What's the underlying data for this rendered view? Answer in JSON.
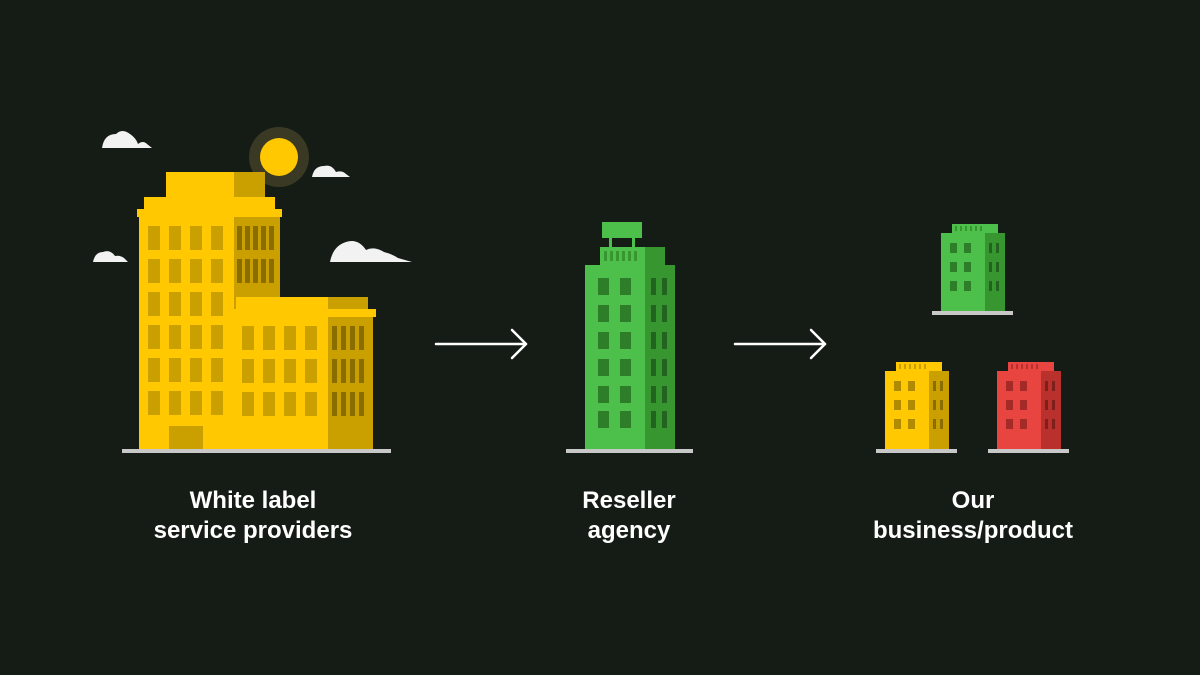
{
  "colors": {
    "background": "#151c16",
    "yellow": "#ffc800",
    "yellow_shade": "#c9a000",
    "green": "#4cc04b",
    "green_shade": "#37962f",
    "red": "#e84540",
    "red_shade": "#b8312d",
    "ground": "#c8c8c8",
    "cloud": "#f2f2f2",
    "arrow": "#ffffff"
  },
  "icons": {
    "stage_1": "yellow-skyscraper-complex-icon",
    "stage_2": "green-tower-icon",
    "stage_3": [
      "green-small-building-icon",
      "yellow-small-building-icon",
      "red-small-building-icon"
    ],
    "connectors": [
      "arrow-right-icon",
      "arrow-right-icon"
    ]
  },
  "stages": [
    {
      "line1": "White label",
      "line2": "service providers"
    },
    {
      "line1": "Reseller",
      "line2": "agency"
    },
    {
      "line1": "Our",
      "line2": "business/product"
    }
  ]
}
